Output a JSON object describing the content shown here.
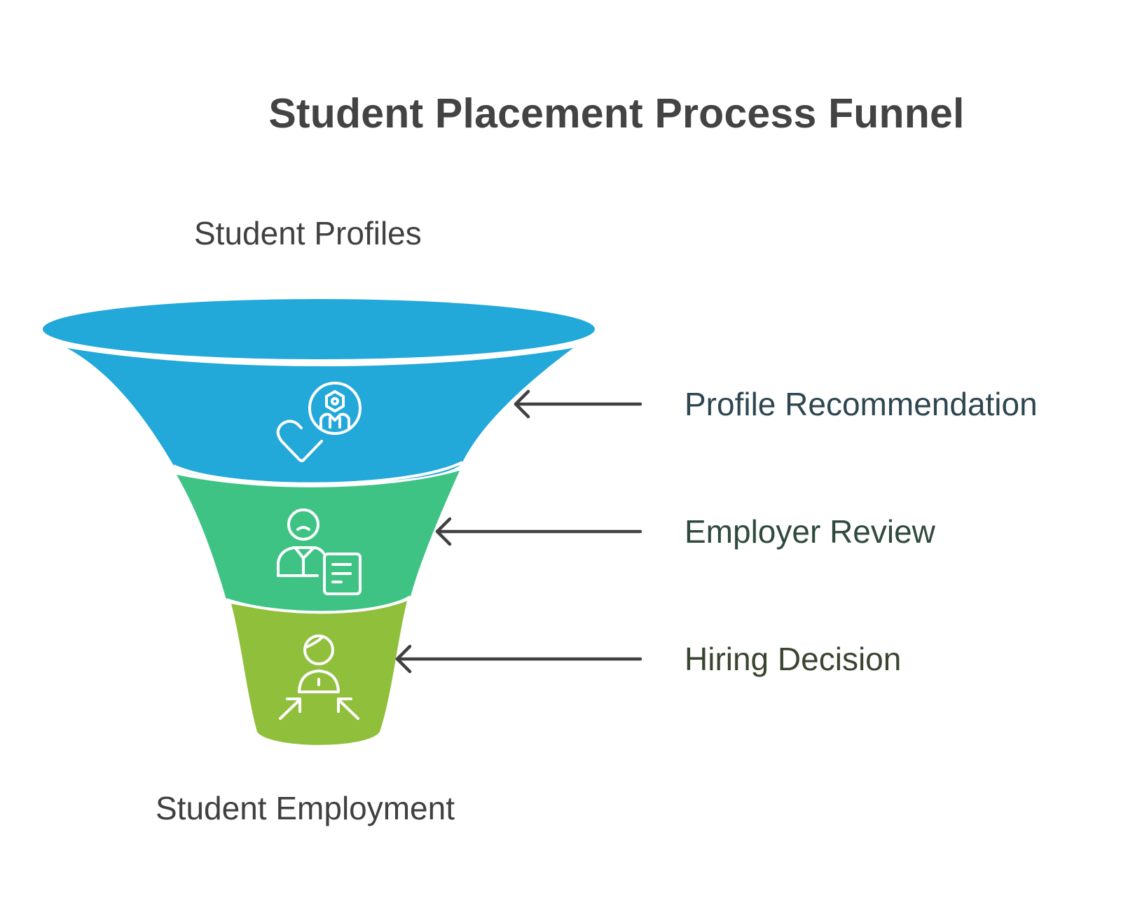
{
  "title": "Student Placement Process Funnel",
  "top_label": "Student Profiles",
  "bottom_label": "Student Employment",
  "stages": [
    {
      "label": "Profile Recommendation",
      "color": "#22a8d9",
      "icon": "heart-with-worker-badge-icon"
    },
    {
      "label": "Employer Review",
      "color": "#3ec385",
      "icon": "person-with-document-icon"
    },
    {
      "label": "Hiring Decision",
      "color": "#90bf3c",
      "icon": "person-with-converging-arrows-icon"
    }
  ],
  "colors": {
    "text_dark": "#434343",
    "arrow": "#404040",
    "icon_stroke": "#ffffff"
  }
}
